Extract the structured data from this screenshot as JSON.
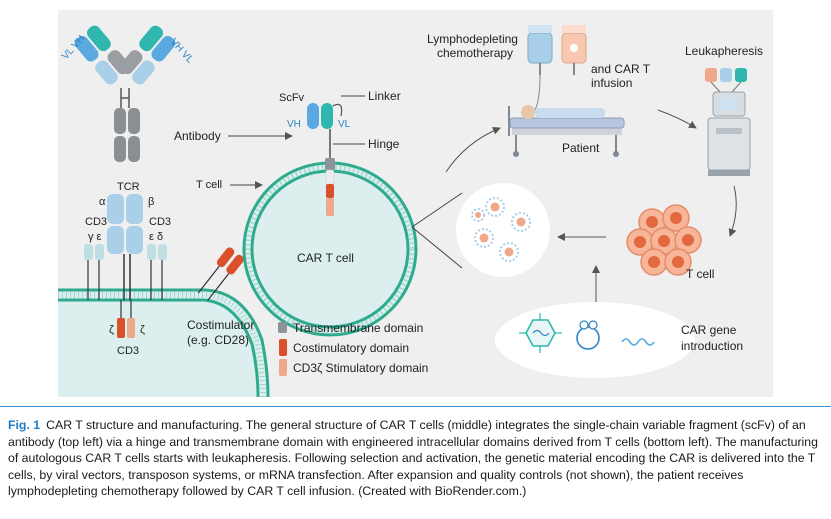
{
  "figure": {
    "antibody": {
      "vh_vl_left": "VL VH",
      "vh_vl_right": "VH VL",
      "label": "Antibody"
    },
    "scfv": {
      "label": "ScFv",
      "vh": "VH",
      "vl": "VL",
      "linker": "Linker",
      "hinge": "Hinge"
    },
    "tcr": {
      "label": "TCR",
      "alpha": "α",
      "beta": "β",
      "cd3_left": "CD3",
      "cd3_left_sub": "γ ε",
      "cd3_right": "CD3",
      "cd3_right_sub": "ε δ",
      "zeta_left": "ζ",
      "zeta_right": "ζ",
      "cd3_bottom": "CD3"
    },
    "t_cell_label": "T cell",
    "car_t_cell_label": "CAR T cell",
    "costimulator": {
      "line1": "Costimulator",
      "line2": "(e.g. CD28)"
    },
    "legend": [
      {
        "label": "Transmembrane domain",
        "color": "#8d9499"
      },
      {
        "label": "Costimulatory domain",
        "color": "#d9502b"
      },
      {
        "label": "CD3ζ Stimulatory domain",
        "color": "#f0a88a"
      }
    ],
    "chemo": {
      "line1": "Lymphodepleting",
      "line2": "chemotherapy"
    },
    "infusion": {
      "line1": "and CAR T",
      "line2": "infusion"
    },
    "patient": "Patient",
    "leukapheresis": "Leukapheresis",
    "t_cell_right": "T cell",
    "car_gene": {
      "line1": "CAR gene",
      "line2": "introduction"
    },
    "colors": {
      "panel_bg": "#efefef",
      "membrane": "#2eab8e",
      "cell_fill": "#dcefee",
      "teal": "#2fb7ad",
      "blue": "#5aa9e0",
      "light_blue": "#a9cfe9",
      "gray": "#8a8f94",
      "orange": "#d9502b",
      "peach": "#f0a88a"
    }
  },
  "caption": {
    "label": "Fig. 1",
    "text": "CAR T structure and manufacturing. The general structure of CAR T cells (middle) integrates the single-chain variable fragment (scFv) of an antibody (top left) via a hinge and transmembrane domain with engineered intracellular domains derived from T cells (bottom left). The manufacturing of autologous CAR T cells starts with leukapheresis. Following selection and activation, the genetic material encoding the CAR is delivered into the T cells, by viral vectors, transposon systems, or mRNA transfection. After expansion and quality controls (not shown), the patient receives lymphodepleting chemotherapy followed by CAR T cell infusion. (Created with BioRender.com.)"
  }
}
